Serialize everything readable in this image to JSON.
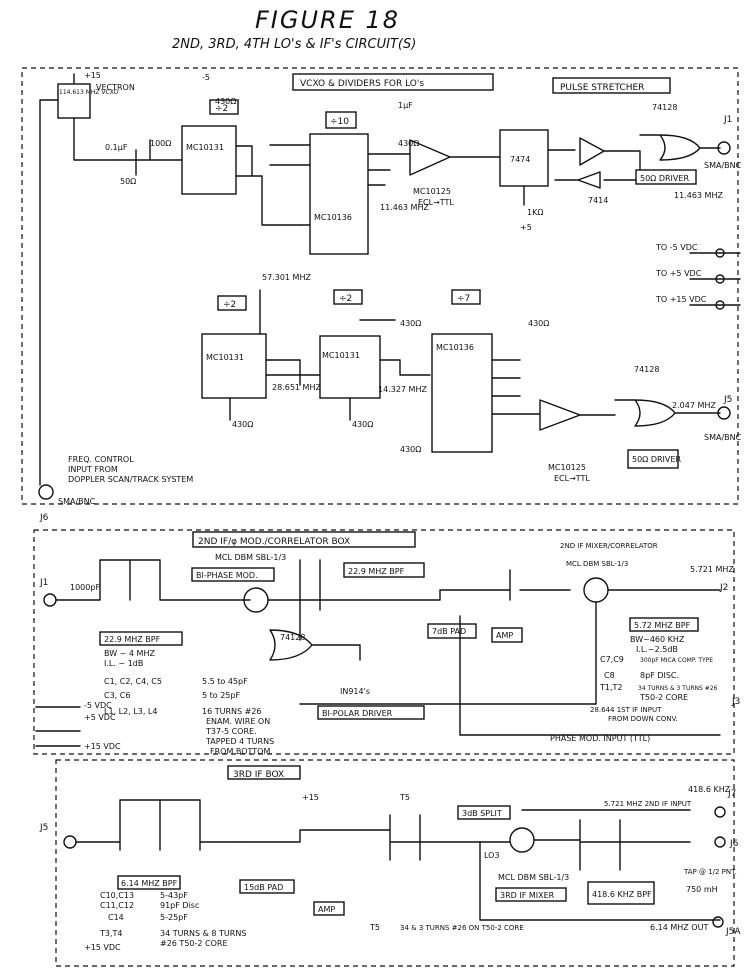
{
  "title": "FIGURE 18",
  "subtitle": "2ND, 3RD, 4TH LO's & IF's CIRCUIT(S)",
  "section1": {
    "header": "VCXO & DIVIDERS FOR LO's",
    "pulse_stretcher": "PULSE STRETCHER",
    "vectron": "VECTRON",
    "vcxo_box": "114.613 MHZ VCXO",
    "supply_p15": "+15",
    "div2_top": "÷2",
    "div10": "÷10",
    "div2_left": "÷2",
    "div2_mid": "÷2",
    "div7": "÷7",
    "mc10131_a": "MC10131",
    "mc10136_a": "MC10136",
    "mc10131_b": "MC10131",
    "mc10131_c": "MC10131",
    "mc10136_b": "MC10136",
    "mc10125_a": "MC10125",
    "ecl_ttl_a": "ECL→TTL",
    "mc10125_b": "MC10125",
    "ecl_ttl_b": "ECL→TTL",
    "ic_7474": "7474",
    "ic_7414": "7414",
    "ic_74128_a": "74128",
    "ic_74128_b": "74128",
    "driver_50_a": "50Ω DRIVER",
    "driver_50_b": "50Ω DRIVER",
    "freq_11463_a": "11.463 MHZ",
    "freq_11463_b": "11.463 MHZ",
    "freq_57301": "57.301 MHZ",
    "freq_28651": "28.651 MHZ",
    "freq_14327": "14.327 MHZ",
    "freq_2047": "2.047 MHZ",
    "j1": "J1",
    "j5": "J5",
    "j6": "J6",
    "sma_bnc": "SMA/BNC",
    "to_m5": "TO -5 VDC",
    "to_p5": "TO +5 VDC",
    "to_p15": "TO +15 VDC",
    "freq_control": "FREQ. CONTROL",
    "input_from": "INPUT FROM",
    "doppler": "DOPPLER SCAN/TRACK SYSTEM",
    "r430": "430Ω",
    "r100": "100Ω",
    "r1k": "1KΩ",
    "c01uf": "0.1μF",
    "c1uf": "1μF",
    "c50": "50Ω",
    "v_m5": "-5",
    "v_p5": "+5"
  },
  "section2": {
    "header": "2ND IF/φ MOD./CORRELATOR BOX",
    "mcl_dbm": "MCL DBM SBL-1/3",
    "biphase": "BI-PHASE MOD.",
    "bpf_229_top": "22.9 MHZ BPF",
    "bpf_229_box": "22.9 MHZ BPF",
    "bw4": "BW ~ 4 MHZ",
    "il1": "I.L. ~ 1dB",
    "cap_list_1": "C1, C2, C4, C5",
    "cap_val_1": "5.5 to 45pF",
    "cap_list_2": "C3, C6",
    "cap_val_2": "5 to 25pF",
    "ind_list": "L1, L2, L3, L4",
    "ind_val": "16 TURNS #26",
    "ind_wire": "ENAM. WIRE ON",
    "ind_core": "T37-5 CORE.",
    "ind_tap": "TAPPED 4 TURNS",
    "ind_from": "FROM BOTTOM.",
    "pad_7db": "7dB PAD",
    "amp": "AMP",
    "ic_74128": "74128",
    "bipolar": "BI-POLAR DRIVER",
    "mixer": "2ND IF MIXER/CORRELATOR",
    "mixer_part": "MCL DBM SBL-1/3",
    "bpf_572": "5.72 MHZ BPF",
    "bw460": "BW~460 KHZ",
    "il25": "I.L.~2.5dB",
    "c7c9": "C7,C9",
    "c7c9_val": "300pF MICA COMP. TYPE",
    "c8": "C8",
    "c8_val": "8pF DISC.",
    "t1t2": "T1,T2",
    "t1t2_val": "34 TURNS & 3 TURNS #26",
    "t1t2_core": "T50-2 CORE",
    "if_input": "28.644 1ST IF INPUT",
    "from_down": "FROM DOWN CONV.",
    "phase_mod": "PHASE MOD. INPUT (TTL)",
    "freq_5721": "5.721 MHZ",
    "j1": "J1",
    "j3": "J3",
    "j2": "J2",
    "m5": "-5 VDC",
    "p5": "+5 VDC",
    "p15": "+15 VDC",
    "in914": "IN914's",
    "c1000": "1000pF"
  },
  "section3": {
    "header": "3RD IF BOX",
    "bpf_614": "6.14 MHZ BPF",
    "c10_13": "C10,C13",
    "c10_13_val": "5-43pF",
    "c11_12": "C11,C12",
    "c11_12_val": "91pF Disc",
    "c14": "C14",
    "c14_val": "5-25pF",
    "t3t4": "T3,T4",
    "t3t4_val": "34 TURNS & 8 TURNS",
    "t3t4_core": "#26 T50-2 CORE",
    "pad_15db": "15dB PAD",
    "amp": "AMP",
    "t5": "T5",
    "t5_val": "34 & 3 TURNS #26 ON T50-2 CORE",
    "split": "3dB SPLIT",
    "if_input2": "5.721 MHZ 2ND IF INPUT",
    "mixer3": "3RD IF MIXER",
    "mcl3": "MCL DBM SBL-1/3",
    "lo3": "LO3",
    "bpf_4186": "418.6 KHZ BPF",
    "tap": "TAP @ 1/2 PNT.",
    "tap_val": "750 mH",
    "out_614": "6.14 MHZ OUT",
    "freq_4186": "418.6 KHZ",
    "j5": "J5",
    "j7": "J7",
    "j6": "J6",
    "j5a": "J5A",
    "p15": "+15",
    "p15vdc": "+15 VDC"
  }
}
